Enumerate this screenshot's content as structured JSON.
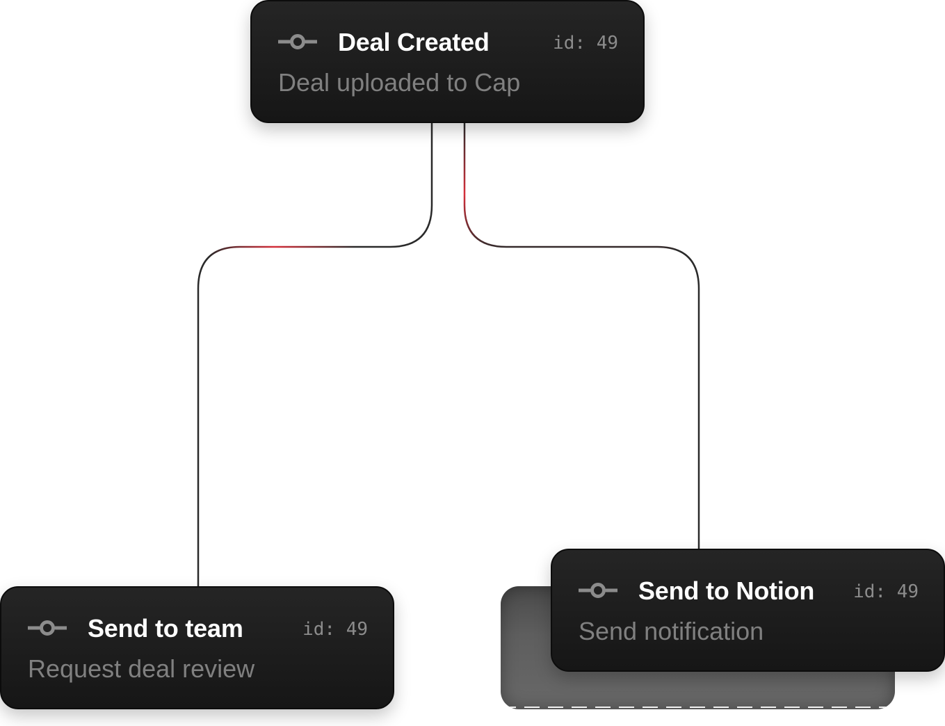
{
  "nodes": [
    {
      "title": "Deal Created",
      "id_label": "id: 49",
      "subtitle": "Deal uploaded to Cap"
    },
    {
      "title": "Send to team",
      "id_label": "id: 49",
      "subtitle": "Request deal review"
    },
    {
      "title": "Send to Notion",
      "id_label": "id: 49",
      "subtitle": "Send notification"
    }
  ],
  "colors": {
    "node_background": "#1c1c1c",
    "title_text": "#ffffff",
    "subtitle_text": "#808080",
    "id_text": "#8c8c8c",
    "connector": "#2a2a2a",
    "connector_highlight": "#d62f3a",
    "ghost_card": "#5e5e5e"
  },
  "icons": {
    "node_icon": "commit-icon"
  }
}
